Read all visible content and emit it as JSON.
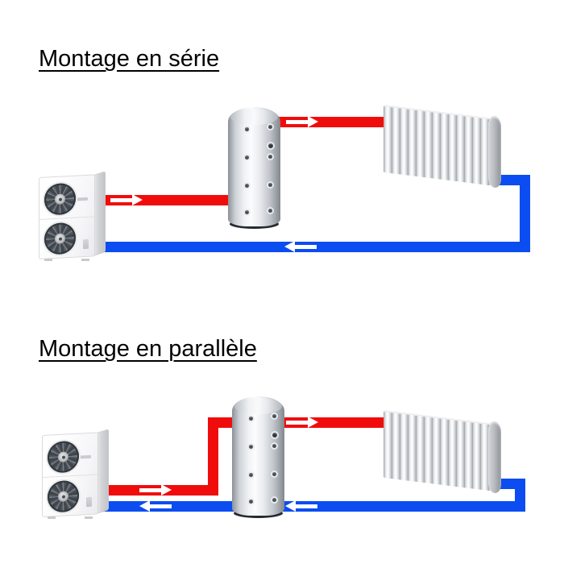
{
  "background": "#ffffff",
  "colors": {
    "hot_pipe": "#f10c0c",
    "cold_pipe": "#0b4df1",
    "arrow_white": "#ffffff",
    "title_text": "#000000"
  },
  "diagrams": [
    {
      "title": "Montage en série",
      "components": [
        {
          "icon": "heat-pump"
        },
        {
          "icon": "buffer-tank"
        },
        {
          "icon": "radiator"
        }
      ],
      "arrows": [
        {
          "pipe": "hot",
          "direction": "right"
        },
        {
          "pipe": "hot",
          "direction": "right"
        },
        {
          "pipe": "cold",
          "direction": "left"
        }
      ]
    },
    {
      "title": "Montage en parallèle",
      "components": [
        {
          "icon": "heat-pump"
        },
        {
          "icon": "buffer-tank"
        },
        {
          "icon": "radiator"
        }
      ],
      "arrows": [
        {
          "pipe": "hot",
          "direction": "right"
        },
        {
          "pipe": "hot",
          "direction": "right"
        },
        {
          "pipe": "cold",
          "direction": "left"
        },
        {
          "pipe": "cold",
          "direction": "left"
        }
      ]
    }
  ]
}
